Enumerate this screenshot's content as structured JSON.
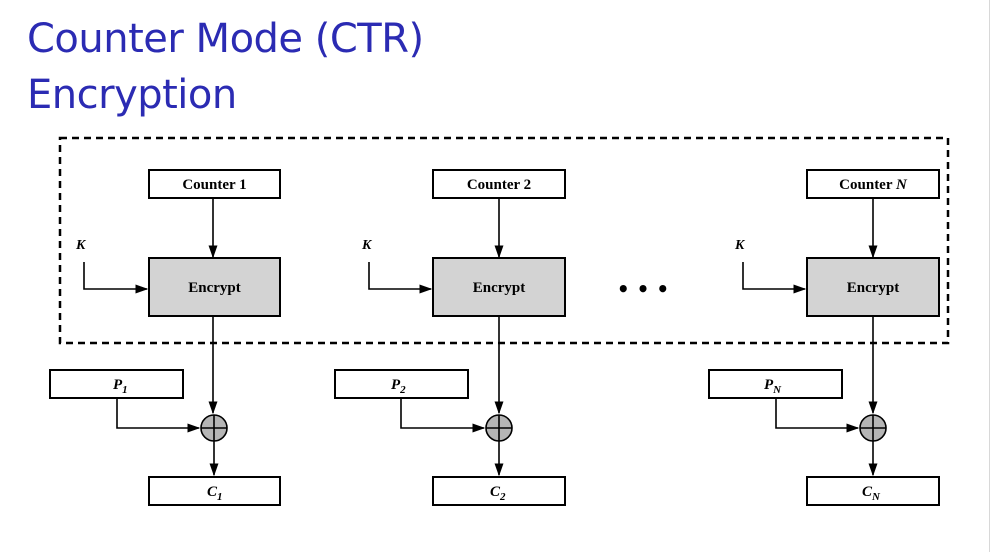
{
  "slide": {
    "title_line1": "Counter Mode (CTR)",
    "title_line2": "Encryption"
  },
  "diagram": {
    "key_label": "K",
    "encrypt_label": "Encrypt",
    "ellipsis": "• • •",
    "stages": [
      {
        "counter_label": "Counter 1",
        "counter_italic": "",
        "p_letter": "P",
        "p_sub": "1",
        "c_letter": "C",
        "c_sub": "1"
      },
      {
        "counter_label": "Counter 2",
        "counter_italic": "",
        "p_letter": "P",
        "p_sub": "2",
        "c_letter": "C",
        "c_sub": "2"
      },
      {
        "counter_label": "Counter ",
        "counter_italic": "N",
        "p_letter": "P",
        "p_sub": "N",
        "c_letter": "C",
        "c_sub": "N"
      }
    ]
  }
}
